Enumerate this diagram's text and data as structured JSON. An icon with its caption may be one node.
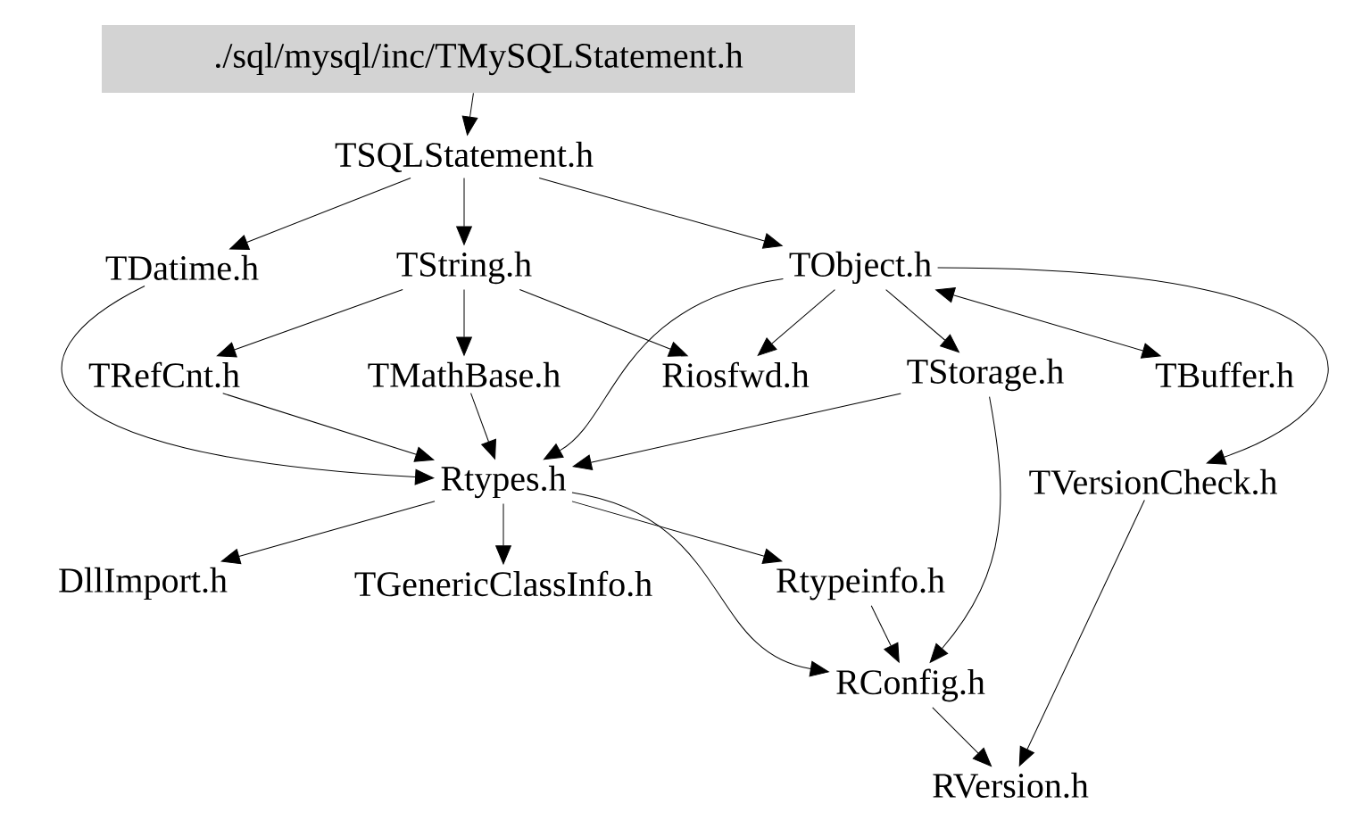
{
  "diagram": {
    "nodes": [
      {
        "text": [
          "./sql/mysql/inc/TMySQLStatement.h"
        ]
      },
      {
        "text": [
          "TSQLStatement.h"
        ]
      },
      {
        "text": [
          "TDatime.h"
        ]
      },
      {
        "text": [
          "TString.h"
        ]
      },
      {
        "text": [
          "TObject.h"
        ]
      },
      {
        "text": [
          "TRefCnt.h"
        ]
      },
      {
        "text": [
          "TMathBase.h"
        ]
      },
      {
        "text": [
          "Riosfwd.h"
        ]
      },
      {
        "text": [
          "TStorage.h"
        ]
      },
      {
        "text": [
          "TBuffer.h"
        ]
      },
      {
        "text": [
          "Rtypes.h"
        ]
      },
      {
        "text": [
          "TVersionCheck.h"
        ]
      },
      {
        "text": [
          "DllImport.h"
        ]
      },
      {
        "text": [
          "TGenericClassInfo.h"
        ]
      },
      {
        "text": [
          "Rtypeinfo.h"
        ]
      },
      {
        "text": [
          "RConfig.h"
        ]
      },
      {
        "text": [
          "RVersion.h"
        ]
      }
    ],
    "edges": [
      {
        "from": 0,
        "to": 1,
        "arrow": "to"
      },
      {
        "from": 1,
        "to": 2,
        "arrow": "to"
      },
      {
        "from": 1,
        "to": 3,
        "arrow": "to"
      },
      {
        "from": 1,
        "to": 4,
        "arrow": "to"
      },
      {
        "from": 2,
        "to": 10,
        "arrow": "to"
      },
      {
        "from": 3,
        "to": 5,
        "arrow": "to"
      },
      {
        "from": 3,
        "to": 6,
        "arrow": "to"
      },
      {
        "from": 3,
        "to": 7,
        "arrow": "to"
      },
      {
        "from": 4,
        "to": 10,
        "arrow": "to"
      },
      {
        "from": 4,
        "to": 7,
        "arrow": "to"
      },
      {
        "from": 4,
        "to": 8,
        "arrow": "to"
      },
      {
        "from": 4,
        "to": 9,
        "arrow": "both"
      },
      {
        "from": 4,
        "to": 11,
        "arrow": "to"
      },
      {
        "from": 5,
        "to": 10,
        "arrow": "to"
      },
      {
        "from": 6,
        "to": 10,
        "arrow": "to"
      },
      {
        "from": 8,
        "to": 10,
        "arrow": "to"
      },
      {
        "from": 8,
        "to": 15,
        "arrow": "to"
      },
      {
        "from": 10,
        "to": 12,
        "arrow": "to"
      },
      {
        "from": 10,
        "to": 13,
        "arrow": "to"
      },
      {
        "from": 10,
        "to": 14,
        "arrow": "to"
      },
      {
        "from": 10,
        "to": 15,
        "arrow": "to"
      },
      {
        "from": 11,
        "to": 16,
        "arrow": "to"
      },
      {
        "from": 14,
        "to": 15,
        "arrow": "to"
      },
      {
        "from": 15,
        "to": 16,
        "arrow": "to"
      }
    ]
  }
}
